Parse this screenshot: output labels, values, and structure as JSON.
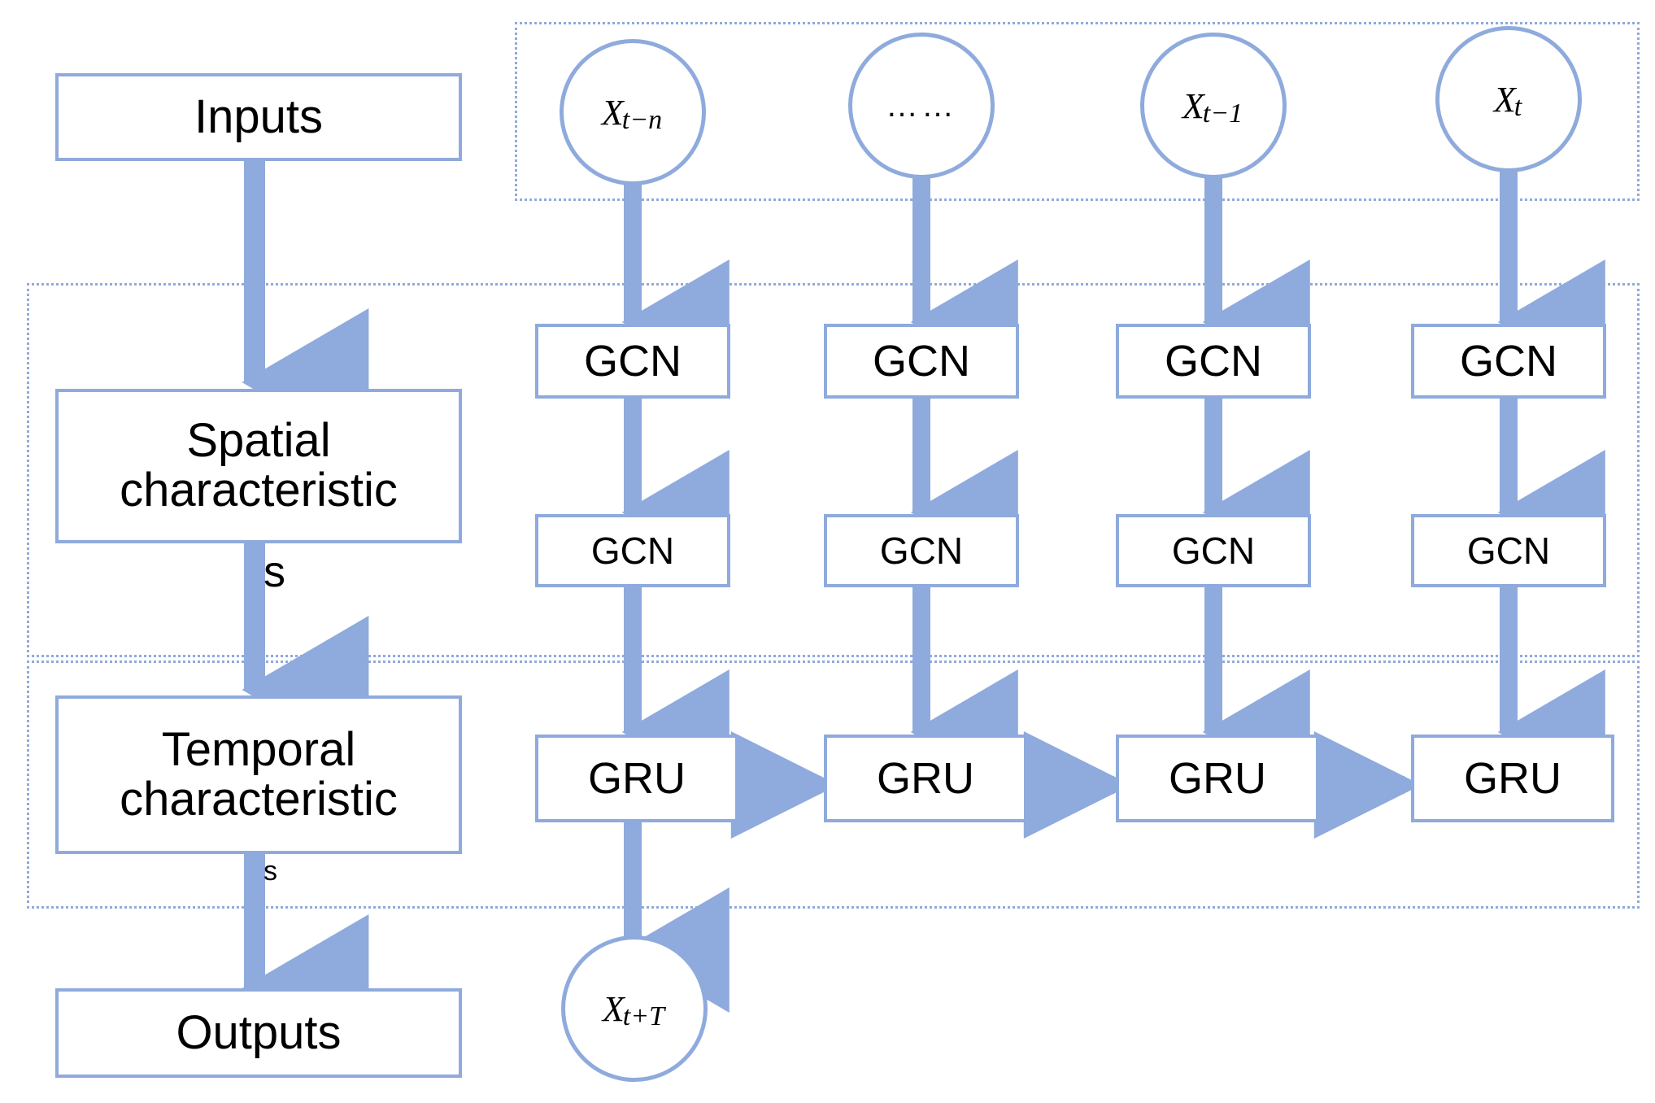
{
  "diagram": {
    "title": "Spatio-temporal GCN-GRU model architecture",
    "colors": {
      "accent": "#8faadc",
      "node_border": "#8faadc",
      "node_fill": "#ffffff",
      "text": "#000000",
      "background": "#ffffff"
    }
  },
  "legend_column": {
    "inputs_label": "Inputs",
    "spatial_label": "Spatial\ncharacteristic",
    "temporal_label": "Temporal\ncharacteristic",
    "outputs_label": "Outputs",
    "artifact_spatial": "s",
    "artifact_temporal": "s"
  },
  "regions": {
    "input_region_label": "",
    "spatial_region_label": "",
    "temporal_region_label": ""
  },
  "input_nodes": [
    {
      "base": "X",
      "sub": "t−n",
      "is_ellipsis": false
    },
    {
      "base": "……",
      "sub": "",
      "is_ellipsis": true
    },
    {
      "base": "X",
      "sub": "t−1",
      "is_ellipsis": false
    },
    {
      "base": "X",
      "sub": "t",
      "is_ellipsis": false
    }
  ],
  "gcn_row_1": [
    {
      "label": "GCN"
    },
    {
      "label": "GCN"
    },
    {
      "label": "GCN"
    },
    {
      "label": "GCN"
    }
  ],
  "gcn_row_2": [
    {
      "label": "GCN"
    },
    {
      "label": "GCN"
    },
    {
      "label": "GCN"
    },
    {
      "label": "GCN"
    }
  ],
  "gru_row": [
    {
      "label": "GRU"
    },
    {
      "label": "GRU"
    },
    {
      "label": "GRU"
    },
    {
      "label": "GRU"
    }
  ],
  "output_node": {
    "base": "X",
    "sub": "t+T"
  }
}
